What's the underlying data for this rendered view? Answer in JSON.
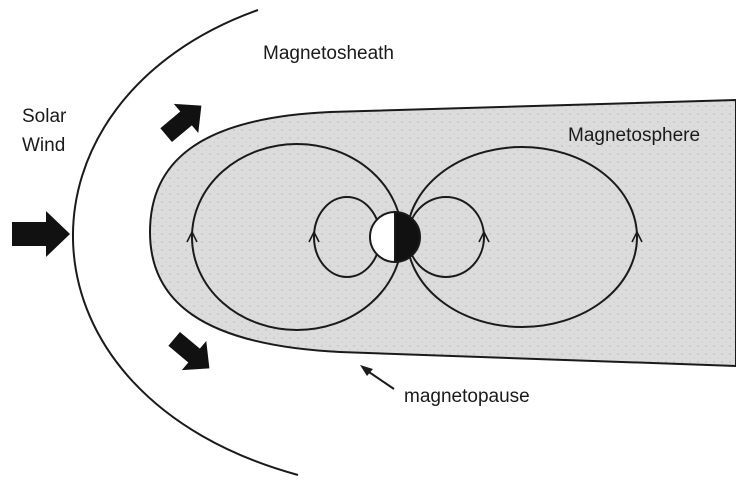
{
  "labels": {
    "solar_wind_line1": "Solar",
    "solar_wind_line2": "Wind",
    "magnetosheath": "Magnetosheath",
    "magnetosphere": "Magnetosphere",
    "magnetopause": "magnetopause"
  },
  "colors": {
    "background": "#ffffff",
    "magnetosphere_fill": "#dcdcdc",
    "stroke": "#1a1a1a",
    "earth_day_side": "#ffffff",
    "earth_night_side": "#111111"
  },
  "icons": {
    "solar_wind_arrow": "right-arrow-icon",
    "deflection_up_arrow": "up-right-arrow-icon",
    "deflection_down_arrow": "down-right-arrow-icon",
    "pointer_arrow": "pointer-arrow-icon"
  }
}
